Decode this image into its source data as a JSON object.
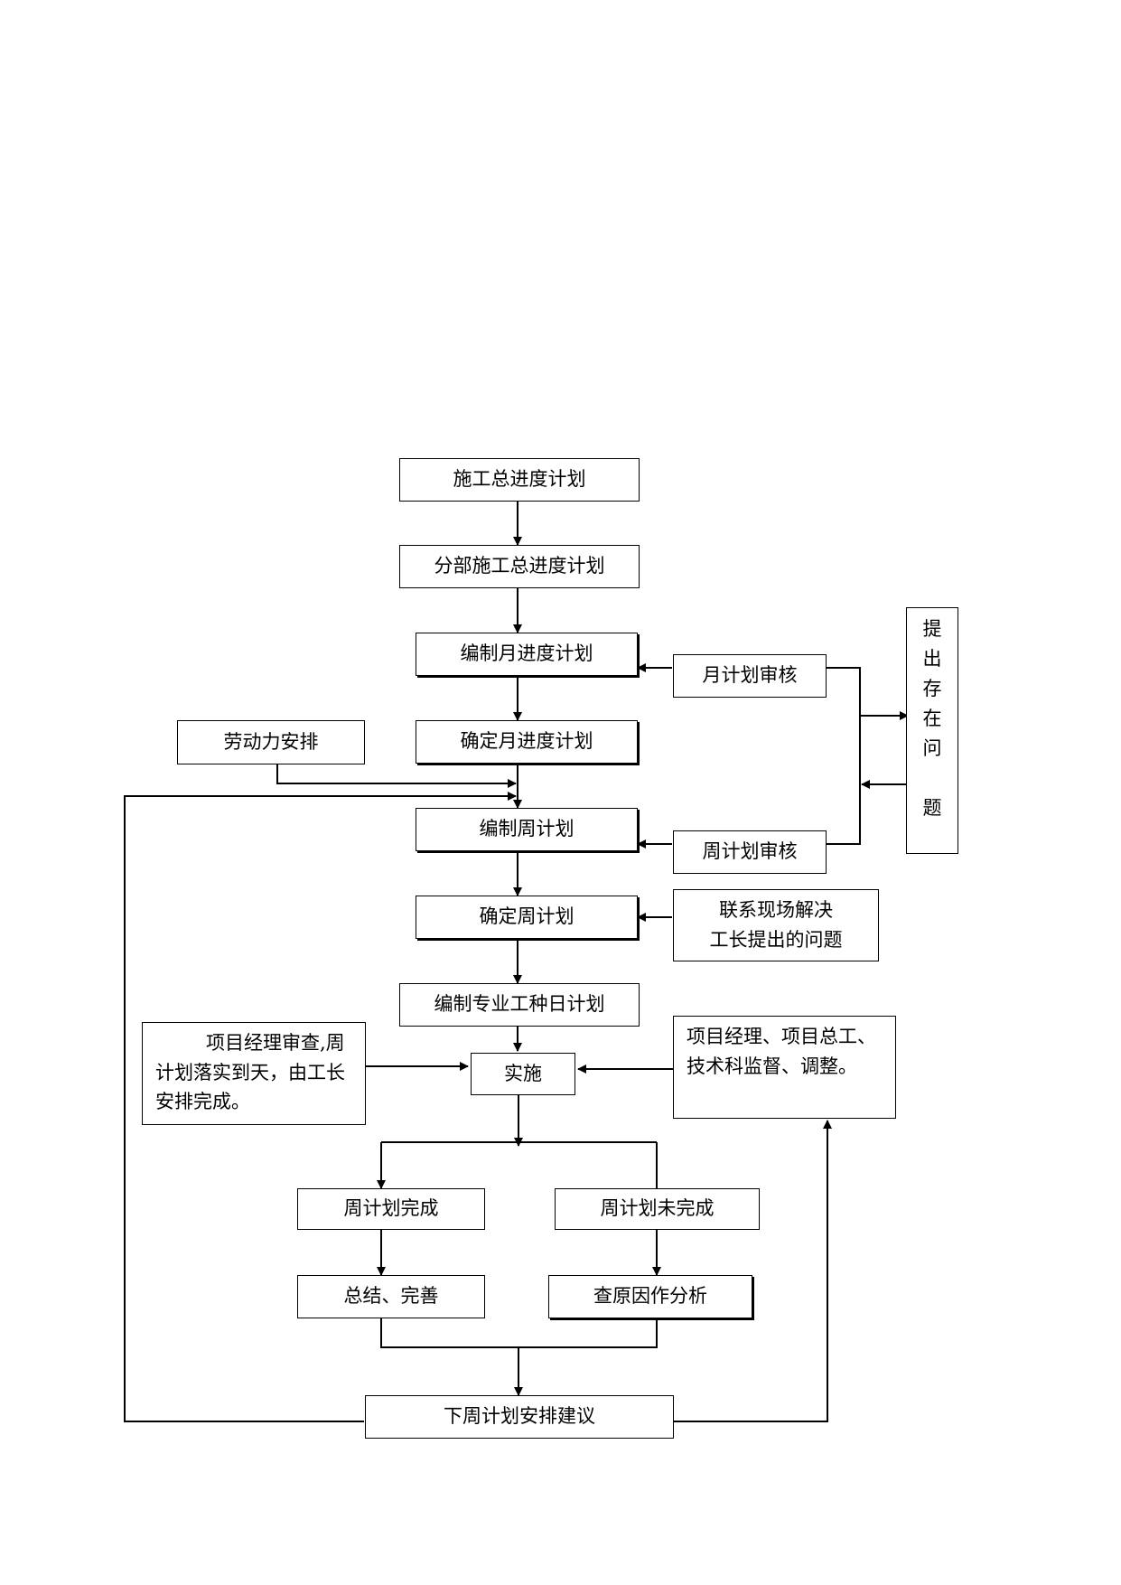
{
  "nodes": {
    "master_schedule": "施工总进度计划",
    "sub_master_schedule": "分部施工总进度计划",
    "compile_monthly": "编制月进度计划",
    "confirm_monthly": "确定月进度计划",
    "labor": "劳动力安排",
    "compile_weekly": "编制周计划",
    "confirm_weekly": "确定周计划",
    "daily_trade": "编制专业工种日计划",
    "implement": "实施",
    "pm_review": "项目经理审查,周计划落实到天，由工长安排完成。",
    "pm_supervise": "项目经理、项目总工、技术科监督、调整。",
    "monthly_review": "月计划审核",
    "weekly_review": "周计划审核",
    "raise_issues": "提\n出\n存\n在\n问\n\n题",
    "resolve": "联系现场解决\n工长提出的问题",
    "weekly_done": "周计划完成",
    "weekly_not_done": "周计划未完成",
    "summarize": "总结、完善",
    "analyze": "查原因作分析",
    "next_week": "下周计划安排建议"
  }
}
